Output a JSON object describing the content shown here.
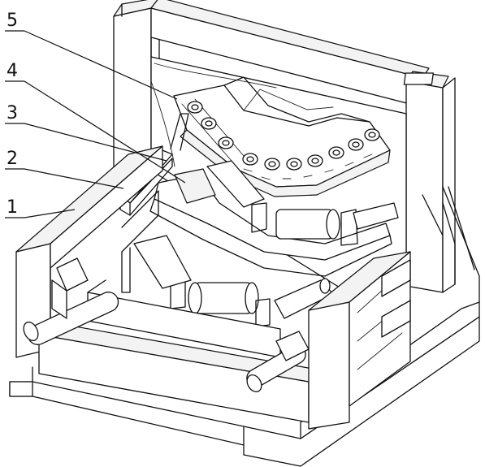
{
  "labels": [
    "5",
    "4",
    "3",
    "2",
    "1"
  ],
  "colors": {
    "line": "#111111",
    "background": "#ffffff"
  }
}
